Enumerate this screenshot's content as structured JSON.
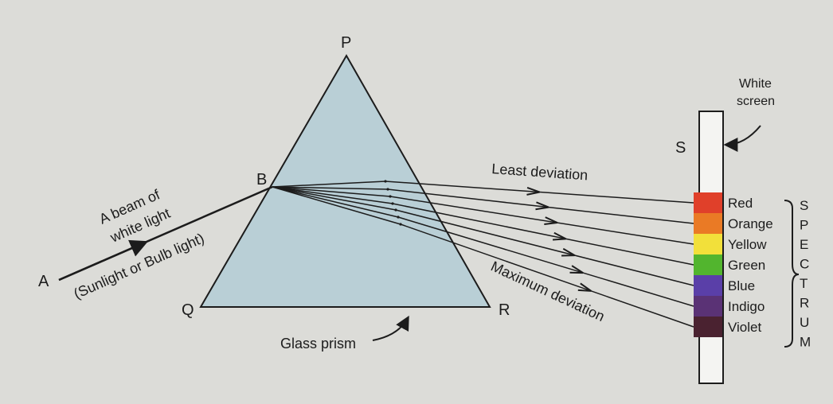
{
  "points": {
    "p": "P",
    "b": "B",
    "q": "Q",
    "r": "R",
    "a": "A",
    "s": "S"
  },
  "labels": {
    "beam_line1": "A beam of",
    "beam_line2": "white light",
    "beam_source": "(Sunlight or Bulb light)",
    "least_deviation": "Least deviation",
    "maximum_deviation": "Maximum deviation",
    "glass_prism": "Glass prism",
    "screen_line1": "White",
    "screen_line2": "screen"
  },
  "spectrum": {
    "colors": [
      {
        "name": "Red",
        "hex": "#e0402a"
      },
      {
        "name": "Orange",
        "hex": "#ea7a25"
      },
      {
        "name": "Yellow",
        "hex": "#f2e03a"
      },
      {
        "name": "Green",
        "hex": "#52b52e"
      },
      {
        "name": "Blue",
        "hex": "#5a3fa8"
      },
      {
        "name": "Indigo",
        "hex": "#5a3275"
      },
      {
        "name": "Violet",
        "hex": "#4a2230"
      }
    ],
    "word_letters": [
      "S",
      "P",
      "E",
      "C",
      "T",
      "R",
      "U",
      "M"
    ]
  },
  "colors": {
    "prism_fill": "#b9cfd6",
    "line": "#1c1c1c",
    "background": "#dcdcd8"
  }
}
